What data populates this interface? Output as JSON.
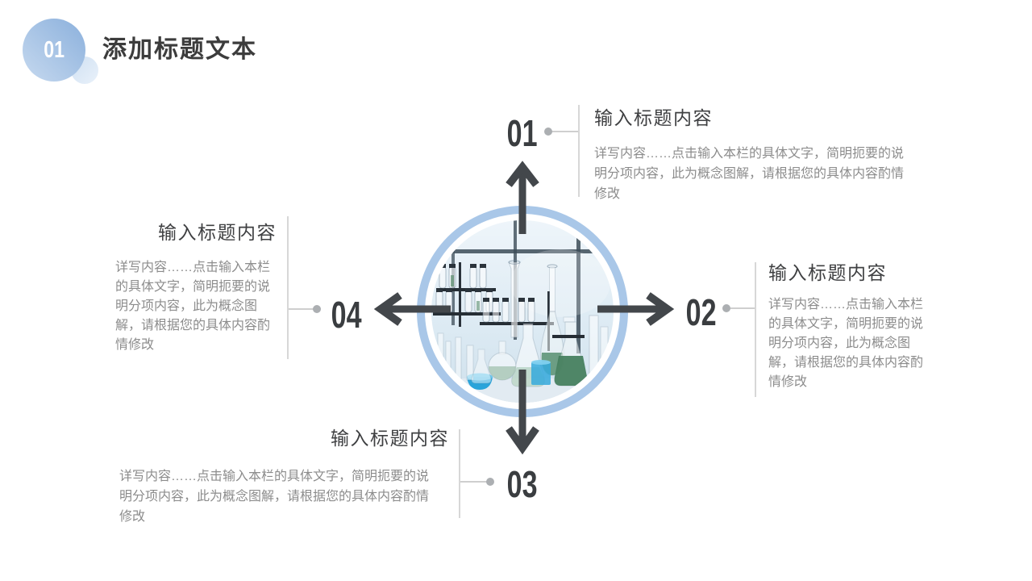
{
  "slide_title": {
    "badge_number": "01",
    "text": "添加标题文本"
  },
  "diagram": {
    "center_image": "lab-glassware-photo",
    "sections": [
      {
        "number": "01",
        "title": "输入标题内容",
        "body": "详写内容……点击输入本栏的具体文字，简明扼要的说明分项内容，此为概念图解，请根据您的具体内容酌情修改"
      },
      {
        "number": "02",
        "title": "输入标题内容",
        "body": "详写内容……点击输入本栏的具体文字，简明扼要的说明分项内容，此为概念图解，请根据您的具体内容酌情修改"
      },
      {
        "number": "03",
        "title": "输入标题内容",
        "body": "详写内容……点击输入本栏的具体文字，简明扼要的说明分项内容，此为概念图解，请根据您的具体内容酌情修改"
      },
      {
        "number": "04",
        "title": "输入标题内容",
        "body": "详写内容……点击输入本栏的具体文字，简明扼要的说明分项内容，此为概念图解，请根据您的具体内容酌情修改"
      }
    ]
  },
  "colors": {
    "accent_ring": "#a9c7e8",
    "badge_gradient_start": "#c6d9ef",
    "badge_gradient_end": "#8bb0dc",
    "arrow": "#43474b",
    "heading_text": "#3c3c3c",
    "body_text": "#8c8c8c",
    "connector_line": "#cfcfcf",
    "connector_dot": "#acafb2"
  }
}
